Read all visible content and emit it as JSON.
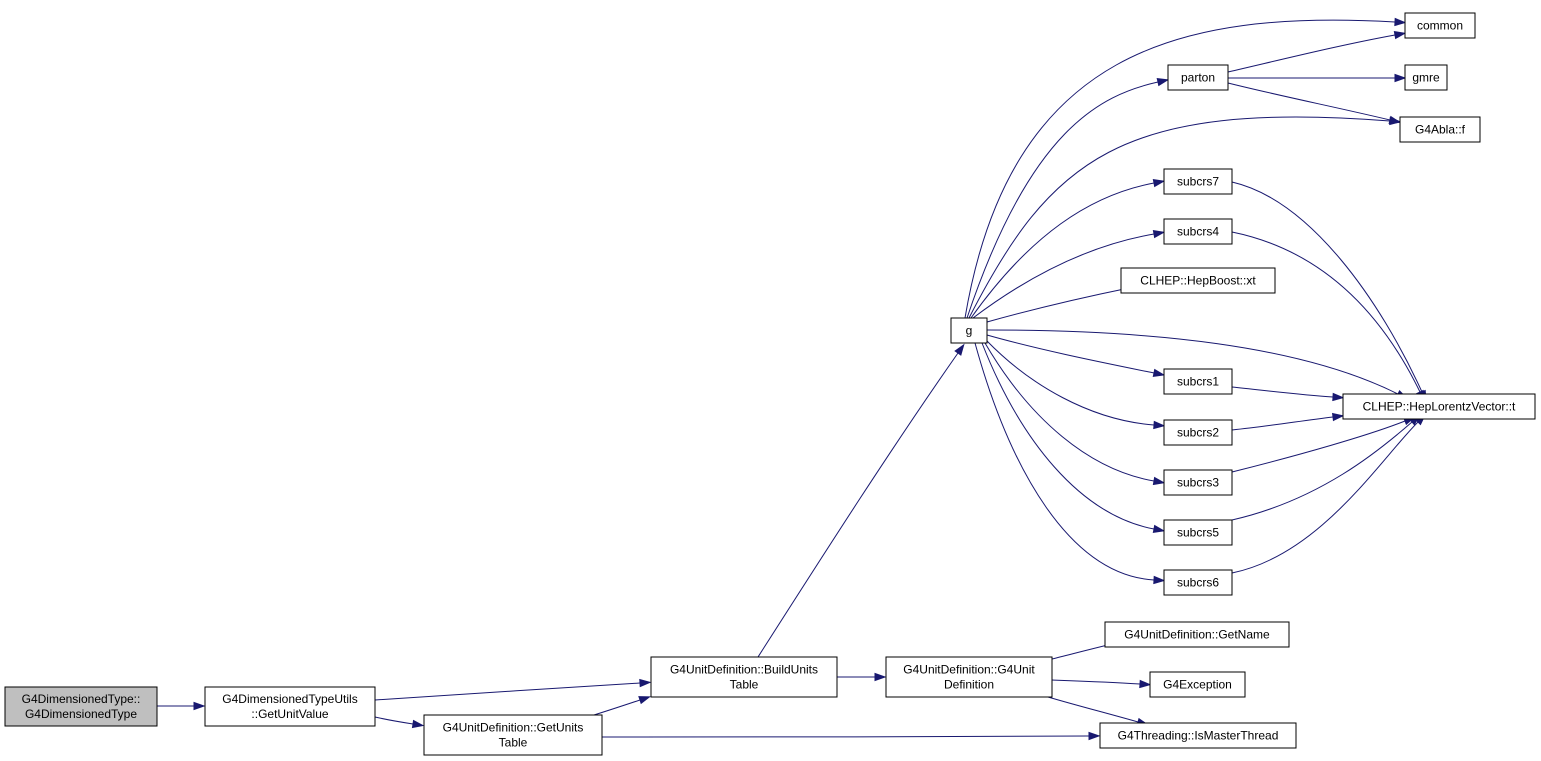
{
  "colors": {
    "edge": "#191970",
    "root_fill": "#bfbfbf",
    "node_fill": "#ffffff",
    "node_border": "#000000"
  },
  "nodes": [
    {
      "id": "root",
      "lines": [
        "G4DimensionedType::",
        "G4DimensionedType"
      ]
    },
    {
      "id": "getunitvalue",
      "lines": [
        "G4DimensionedTypeUtils",
        "::GetUnitValue"
      ]
    },
    {
      "id": "getunitstable",
      "lines": [
        "G4UnitDefinition::GetUnits",
        "Table"
      ]
    },
    {
      "id": "buildunitstable",
      "lines": [
        "G4UnitDefinition::BuildUnits",
        "Table"
      ]
    },
    {
      "id": "g4unitdef",
      "lines": [
        "G4UnitDefinition::G4Unit",
        "Definition"
      ]
    },
    {
      "id": "g",
      "lines": [
        "g"
      ]
    },
    {
      "id": "common",
      "lines": [
        "common"
      ]
    },
    {
      "id": "parton",
      "lines": [
        "parton"
      ]
    },
    {
      "id": "gmre",
      "lines": [
        "gmre"
      ]
    },
    {
      "id": "g4ablaf",
      "lines": [
        "G4Abla::f"
      ]
    },
    {
      "id": "subcrs7",
      "lines": [
        "subcrs7"
      ]
    },
    {
      "id": "subcrs4",
      "lines": [
        "subcrs4"
      ]
    },
    {
      "id": "hepboostxt",
      "lines": [
        "CLHEP::HepBoost::xt"
      ]
    },
    {
      "id": "subcrs1",
      "lines": [
        "subcrs1"
      ]
    },
    {
      "id": "subcrs2",
      "lines": [
        "subcrs2"
      ]
    },
    {
      "id": "subcrs3",
      "lines": [
        "subcrs3"
      ]
    },
    {
      "id": "subcrs5",
      "lines": [
        "subcrs5"
      ]
    },
    {
      "id": "subcrs6",
      "lines": [
        "subcrs6"
      ]
    },
    {
      "id": "heplorentzt",
      "lines": [
        "CLHEP::HepLorentzVector::t"
      ]
    },
    {
      "id": "getname",
      "lines": [
        "G4UnitDefinition::GetName"
      ]
    },
    {
      "id": "g4exception",
      "lines": [
        "G4Exception"
      ]
    },
    {
      "id": "ismasterthread",
      "lines": [
        "G4Threading::IsMasterThread"
      ]
    }
  ],
  "edges": [
    [
      "root",
      "getunitvalue"
    ],
    [
      "getunitvalue",
      "buildunitstable"
    ],
    [
      "getunitvalue",
      "getunitstable"
    ],
    [
      "getunitstable",
      "buildunitstable"
    ],
    [
      "getunitstable",
      "ismasterthread"
    ],
    [
      "buildunitstable",
      "g"
    ],
    [
      "buildunitstable",
      "g4unitdef"
    ],
    [
      "g4unitdef",
      "getname"
    ],
    [
      "g4unitdef",
      "g4exception"
    ],
    [
      "g4unitdef",
      "ismasterthread"
    ],
    [
      "g",
      "common"
    ],
    [
      "g",
      "parton"
    ],
    [
      "g",
      "g4ablaf"
    ],
    [
      "g",
      "subcrs7"
    ],
    [
      "g",
      "subcrs4"
    ],
    [
      "g",
      "hepboostxt"
    ],
    [
      "g",
      "heplorentzt"
    ],
    [
      "g",
      "subcrs1"
    ],
    [
      "g",
      "subcrs2"
    ],
    [
      "g",
      "subcrs3"
    ],
    [
      "g",
      "subcrs5"
    ],
    [
      "g",
      "subcrs6"
    ],
    [
      "parton",
      "common"
    ],
    [
      "parton",
      "gmre"
    ],
    [
      "parton",
      "g4ablaf"
    ],
    [
      "subcrs7",
      "heplorentzt"
    ],
    [
      "subcrs4",
      "heplorentzt"
    ],
    [
      "subcrs1",
      "heplorentzt"
    ],
    [
      "subcrs2",
      "heplorentzt"
    ],
    [
      "subcrs3",
      "heplorentzt"
    ],
    [
      "subcrs5",
      "heplorentzt"
    ],
    [
      "subcrs6",
      "heplorentzt"
    ]
  ]
}
